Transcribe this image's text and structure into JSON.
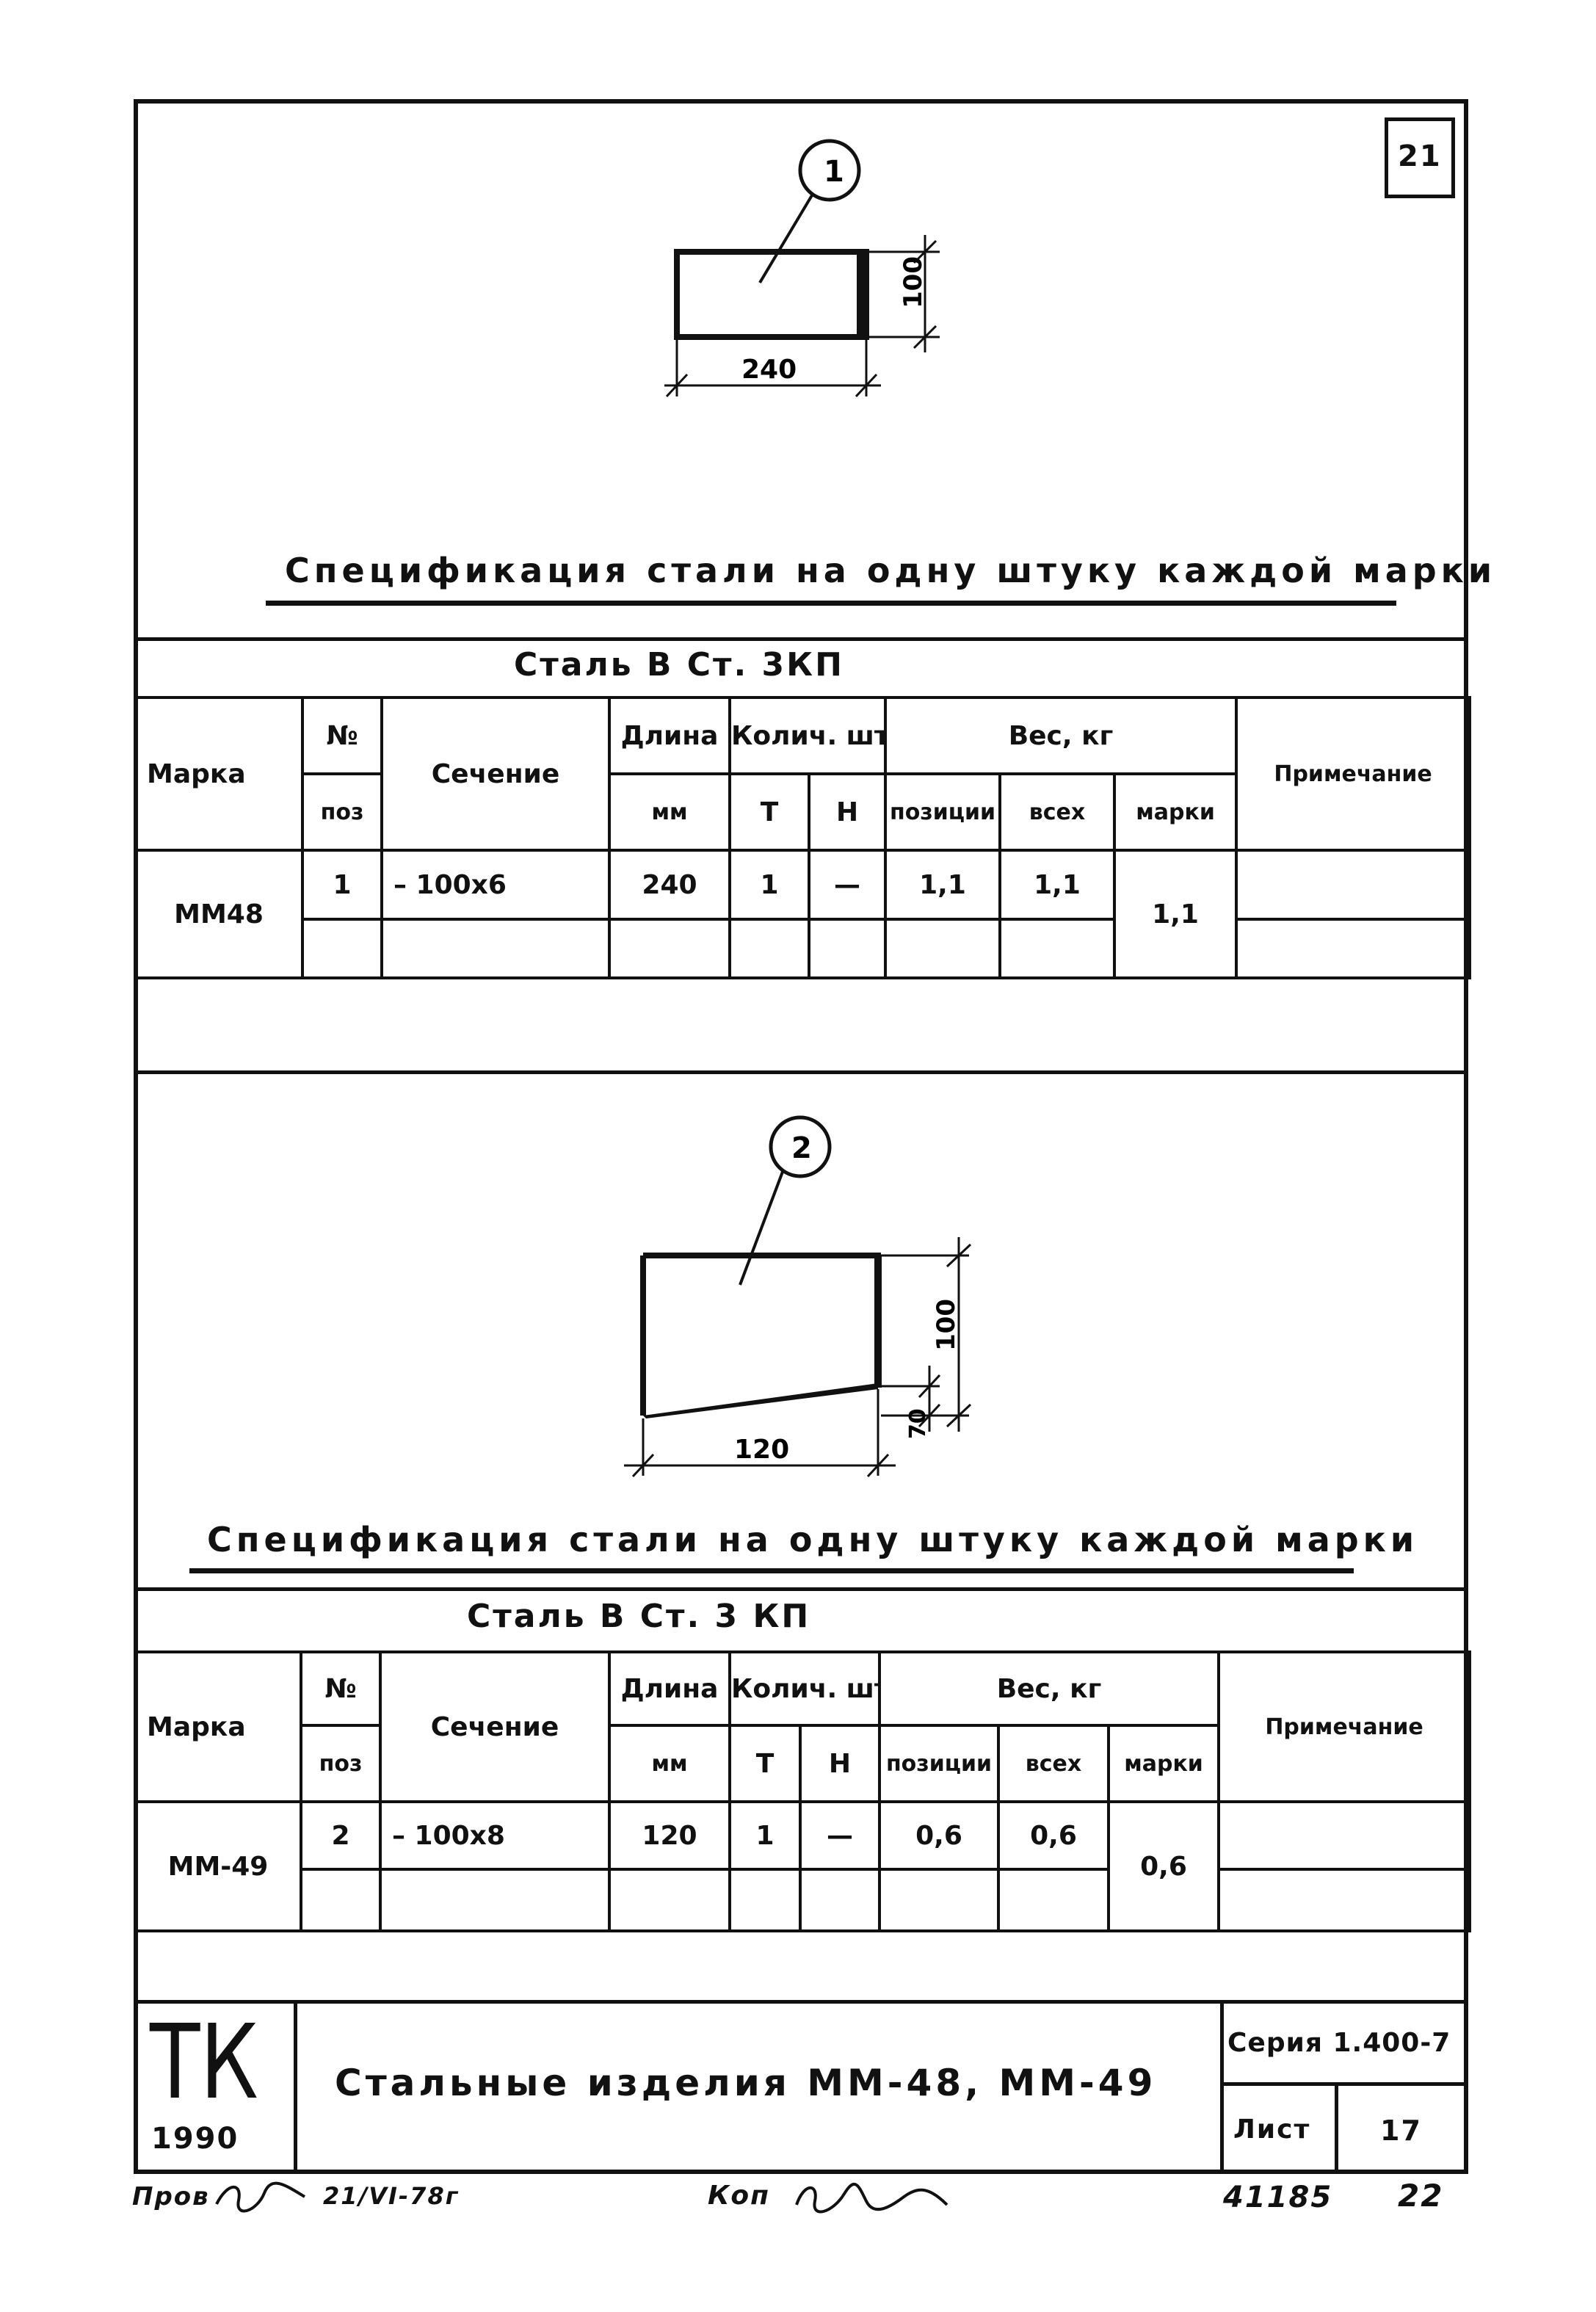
{
  "sheet_number_top": "21",
  "detail1": {
    "position_label": "1",
    "width_dim": "240",
    "height_dim": "100"
  },
  "spec1": {
    "title": "Спецификация стали на одну штуку каждой марки",
    "steel": "Сталь  В Ст. 3КП",
    "headers": {
      "mark": "Марка",
      "pos_no": "№",
      "pos": "поз",
      "section": "Сечение",
      "length": "Длина",
      "length_unit": "мм",
      "qty": "Колич. шт.",
      "qty_t": "Т",
      "qty_n": "Н",
      "weight": "Вес, кг",
      "w_positions": "позиции",
      "w_all": "всех",
      "w_mark": "марки",
      "note": "Примечание"
    },
    "row": {
      "mark": "ММ48",
      "pos": "1",
      "section": "– 100x6",
      "length": "240",
      "qty_t": "1",
      "qty_n": "—",
      "w_positions": "1,1",
      "w_all": "1,1",
      "w_mark": "1,1"
    }
  },
  "detail2": {
    "position_label": "2",
    "width_dim": "120",
    "height_dim": "100",
    "offset_dim": "70"
  },
  "spec2": {
    "title": "Спецификация стали на одну штуку каждой марки",
    "steel": "Сталь  В Ст. 3 КП",
    "headers": {
      "mark": "Марка",
      "pos_no": "№",
      "pos": "поз",
      "section": "Сечение",
      "length": "Длина",
      "length_unit": "мм",
      "qty": "Колич. шт",
      "qty_t": "Т",
      "qty_n": "Н",
      "weight": "Вес, кг",
      "w_positions": "позиции",
      "w_all": "всех",
      "w_mark": "марки",
      "note": "Примечание"
    },
    "row": {
      "mark": "ММ-49",
      "pos": "2",
      "section": "– 100x8",
      "length": "120",
      "qty_t": "1",
      "qty_n": "—",
      "w_positions": "0,6",
      "w_all": "0,6",
      "w_mark": "0,6"
    }
  },
  "title_block": {
    "org": "ТК",
    "year": "1990",
    "title": "Стальные изделия ММ-48, ММ-49",
    "series": "Серия 1.400-7",
    "sheet_label": "Лист",
    "sheet_value": "17"
  },
  "footer": {
    "checked": "Пров",
    "checked_date": "21/VI-78г",
    "copied": "Коп",
    "doc_number": "41185",
    "page": "22"
  }
}
